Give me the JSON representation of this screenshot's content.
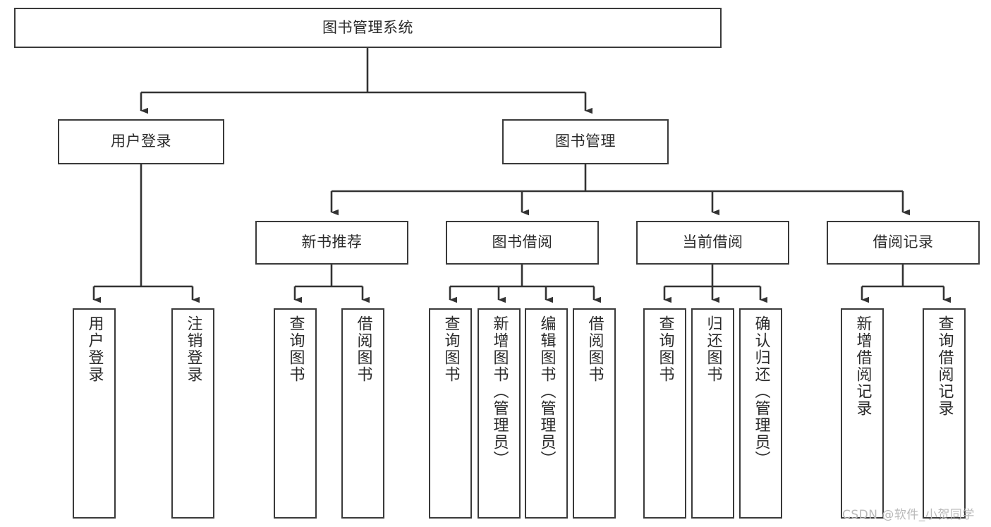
{
  "diagram": {
    "title": "图书管理系统",
    "type": "tree-hierarchy-chart",
    "orientation": "top-down",
    "colors": {
      "box_border": "#3a3a3a",
      "box_fill": "#ffffff",
      "connector": "#333333",
      "text": "#2b2b2b",
      "watermark": "#b9b9b9",
      "background": "#ffffff"
    },
    "watermark": "CSDN @软件_小贺同学",
    "levels": {
      "root": {
        "label": "图书管理系统"
      },
      "level2": [
        {
          "label": "用户登录"
        },
        {
          "label": "图书管理"
        }
      ],
      "level3": [
        {
          "label": "新书推荐"
        },
        {
          "label": "图书借阅"
        },
        {
          "label": "当前借阅"
        },
        {
          "label": "借阅记录"
        }
      ],
      "leaves_user_login": [
        {
          "label": "用户登录"
        },
        {
          "label": "注销登录"
        }
      ],
      "leaves_new_book": [
        {
          "label": "查询图书"
        },
        {
          "label": "借阅图书"
        }
      ],
      "leaves_borrow": [
        {
          "label": "查询图书"
        },
        {
          "label": "新增图书（管理员）"
        },
        {
          "label": "编辑图书（管理员）"
        },
        {
          "label": "借阅图书"
        }
      ],
      "leaves_current": [
        {
          "label": "查询图书"
        },
        {
          "label": "归还图书"
        },
        {
          "label": "确认归还（管理员）"
        }
      ],
      "leaves_record": [
        {
          "label": "新增借阅记录"
        },
        {
          "label": "查询借阅记录"
        }
      ]
    }
  }
}
